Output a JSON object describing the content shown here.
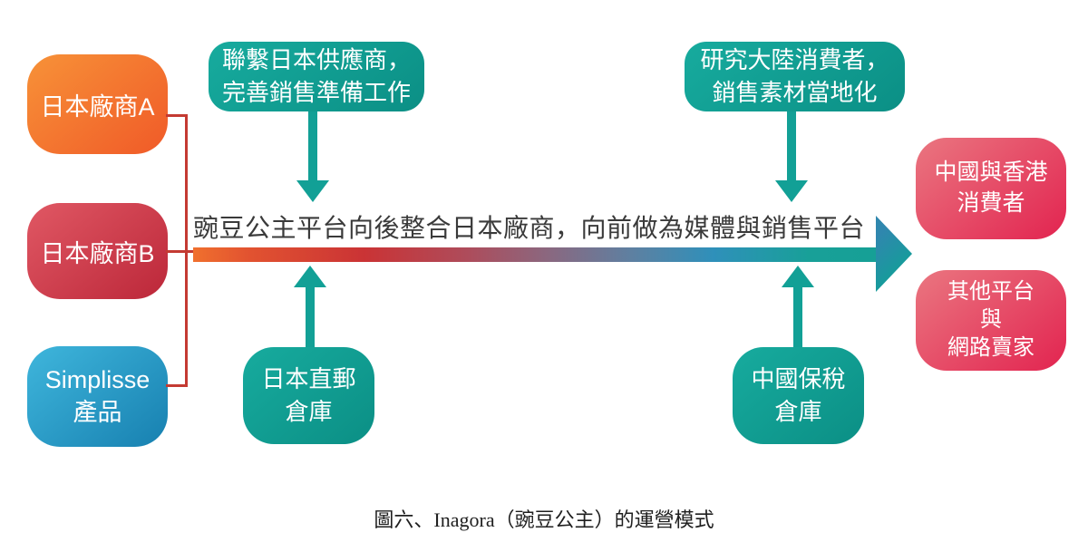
{
  "figure": {
    "caption": "圖六、Inagora（豌豆公主）的運營模式"
  },
  "flow": {
    "label": "豌豆公主平台向後整合日本廠商，向前做為媒體與銷售平台"
  },
  "suppliers": {
    "a": {
      "label": "日本廠商A"
    },
    "b": {
      "label": "日本廠商B"
    },
    "simplisse": {
      "line1": "Simplisse",
      "line2": "產品"
    }
  },
  "activities": {
    "top_left": {
      "line1": "聯繫日本供應商，",
      "line2": "完善銷售準備工作"
    },
    "top_right": {
      "line1": "研究大陸消費者，",
      "line2": "銷售素材當地化"
    }
  },
  "warehouses": {
    "japan": {
      "line1": "日本直郵",
      "line2": "倉庫"
    },
    "china": {
      "line1": "中國保稅",
      "line2": "倉庫"
    }
  },
  "customers": {
    "consumers": {
      "line1": "中國與香港",
      "line2": "消費者"
    },
    "resellers": {
      "line1": "其他平台",
      "line2": "與",
      "line3": "網路賣家"
    }
  },
  "colors": {
    "supplier_a_gradient": [
      "#F79238",
      "#F05A28"
    ],
    "supplier_b_gradient": [
      "#E05864",
      "#BC2739"
    ],
    "simplisse_gradient": [
      "#3FB6DC",
      "#1780B0"
    ],
    "process_teal_gradient": [
      "#17AB9E",
      "#0B8F85"
    ],
    "customer_pink_gradient": [
      "#EA7680",
      "#E22450"
    ],
    "arrow_teal": "#12A096",
    "connector_red": "#C43A32",
    "flow_gradient": [
      "#F0702E",
      "#CA3335",
      "#8A6880",
      "#2F90BA",
      "#16A096"
    ]
  }
}
